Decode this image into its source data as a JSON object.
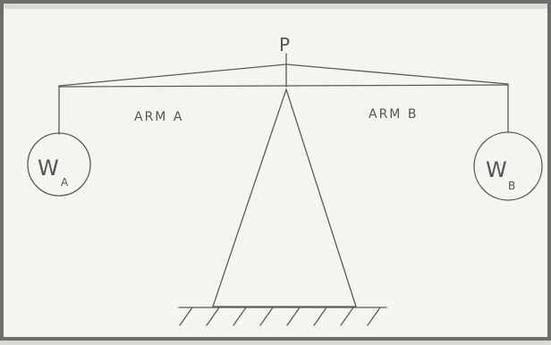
{
  "labels": {
    "pivot": "P",
    "arm_a": "ARM A",
    "arm_b": "ARM B",
    "weight_a_main": "W",
    "weight_a_sub": "A",
    "weight_b_main": "W",
    "weight_b_sub": "B"
  },
  "colors": {
    "paper": "#f4f4f1",
    "ink": "#555555",
    "frame_shadow": "#8a8a88"
  }
}
